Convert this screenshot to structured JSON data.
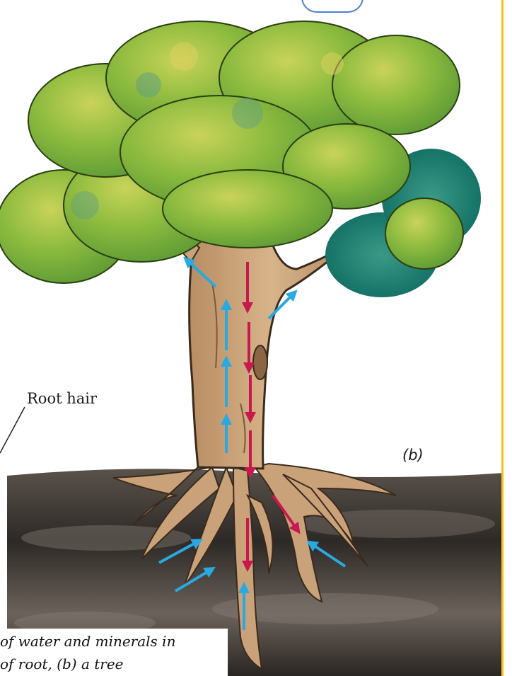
{
  "labels": {
    "root_hair": "Root hair",
    "figure_b": "(b)"
  },
  "caption": {
    "line1": "of water and minerals in",
    "line2": "of root, (b) a tree"
  },
  "colors": {
    "water_arrow": "#29a9e1",
    "food_arrow": "#c8194f",
    "soil": "#3a3430",
    "trunk": "#c9a27a",
    "foliage": "#7fb33a",
    "accent_rule": "#f0c419"
  },
  "icons": {
    "water_arrow": "upward-blue-arrow-icon",
    "food_arrow": "downward-red-arrow-icon"
  }
}
